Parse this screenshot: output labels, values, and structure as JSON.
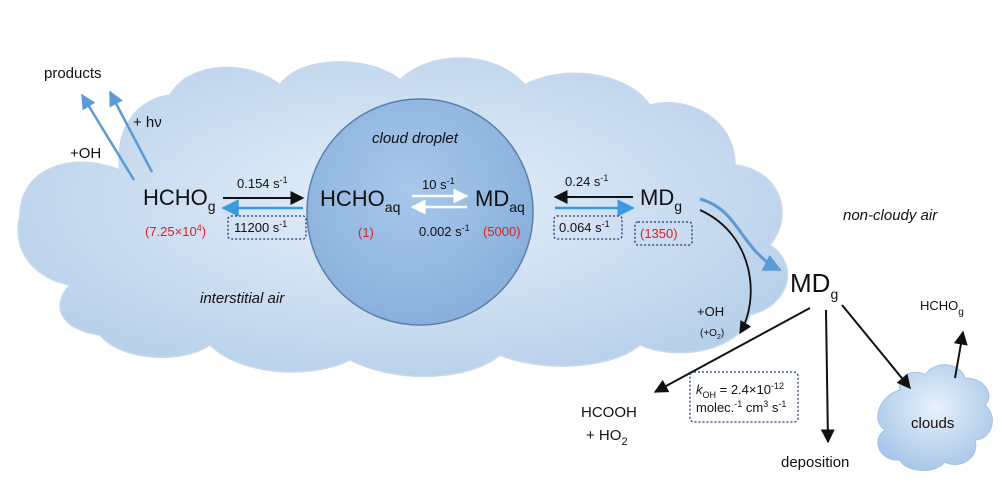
{
  "labels": {
    "products": "products",
    "hv": "+ hν",
    "oh_left": "+OH",
    "hcho_g": "HCHO",
    "sub_g": "g",
    "hcho_aq": "HCHO",
    "sub_aq": "aq",
    "md_aq": "MD",
    "md_g": "MD",
    "cloud_droplet": "cloud droplet",
    "interstitial_air": "interstitial air",
    "non_cloudy_air": "non-cloudy air",
    "md_g_far": "MD",
    "oh_right": "+OH",
    "o2": "(+O",
    "o2_sub": "2",
    "o2_close": ")",
    "hcooh": "HCOOH",
    "ho2": "+ HO",
    "ho2_sub": "2",
    "deposition": "deposition",
    "clouds": "clouds",
    "hcho_g_top": "HCHO"
  },
  "rates": {
    "hcho_g_to_aq": "0.154 s",
    "hcho_aq_to_g": "11200 s",
    "hcho_to_md": "10 s",
    "md_to_hcho": "0.002 s",
    "md_g_to_aq": "0.24 s",
    "md_aq_to_g": "0.064 s",
    "inv": "-1",
    "koh_k": "k",
    "koh_sub": "OH",
    "koh_val": " = 2.4×10",
    "koh_exp": "-12",
    "koh_units_a": "molec.",
    "koh_units_b": " cm",
    "koh_units_c": "3",
    "koh_units_d": " s"
  },
  "values": {
    "hcho_g": "(7.25×10",
    "hcho_g_exp": "4",
    "hcho_g_close": ")",
    "hcho_aq": "(1)",
    "md_aq": "(5000)",
    "md_g": "(1350)"
  },
  "colors": {
    "cloud_fill": "#cfe0f2",
    "droplet_fill": "#9dbfe3",
    "droplet_edge": "#4a6f9e",
    "blue_arrow": "#3b9ae0",
    "black_arrow": "#111111",
    "red_text": "#e02020"
  }
}
